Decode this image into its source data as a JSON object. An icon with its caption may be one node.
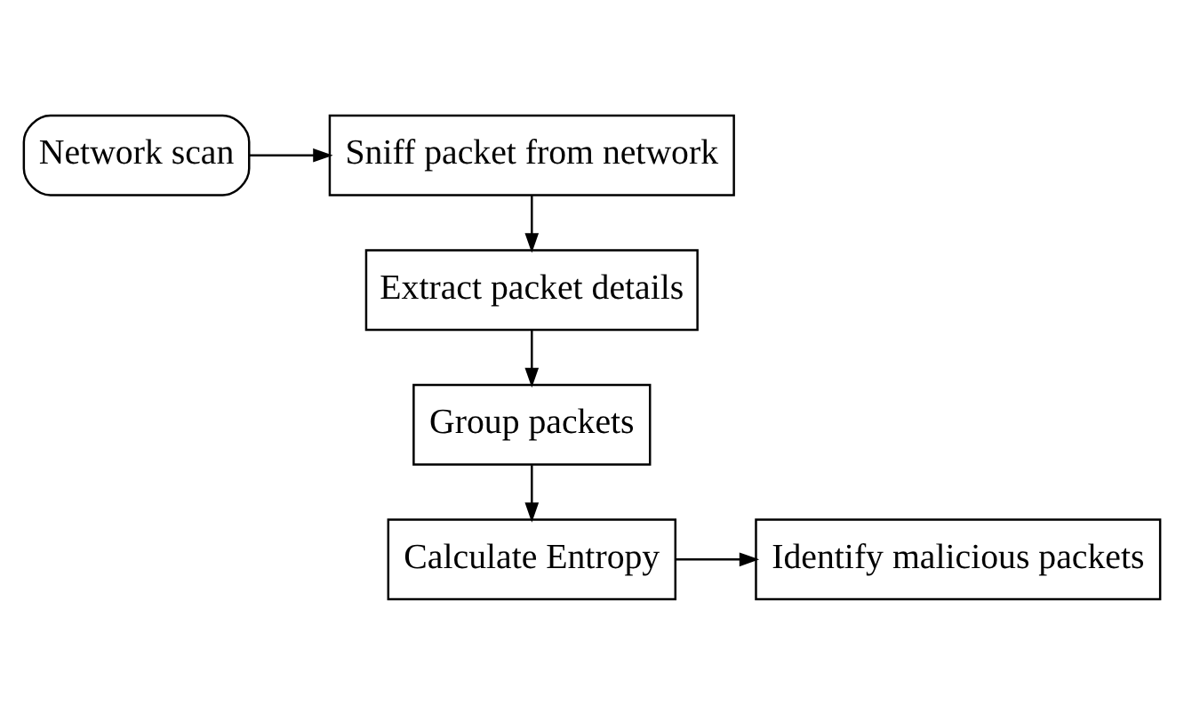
{
  "diagram": {
    "nodes": [
      {
        "text": [
          "Network scan"
        ]
      },
      {
        "text": [
          "Sniff packet from network"
        ]
      },
      {
        "text": [
          "Extract packet details"
        ]
      },
      {
        "text": [
          "Group packets"
        ]
      },
      {
        "text": [
          "Calculate Entropy"
        ]
      },
      {
        "text": [
          "Identify malicious packets"
        ]
      }
    ],
    "edges": [
      {
        "from": 0,
        "to": 1,
        "arrow": "to"
      },
      {
        "from": 1,
        "to": 2,
        "arrow": "to"
      },
      {
        "from": 2,
        "to": 3,
        "arrow": "to"
      },
      {
        "from": 3,
        "to": 4,
        "arrow": "to"
      },
      {
        "from": 4,
        "to": 5,
        "arrow": "to"
      }
    ]
  }
}
